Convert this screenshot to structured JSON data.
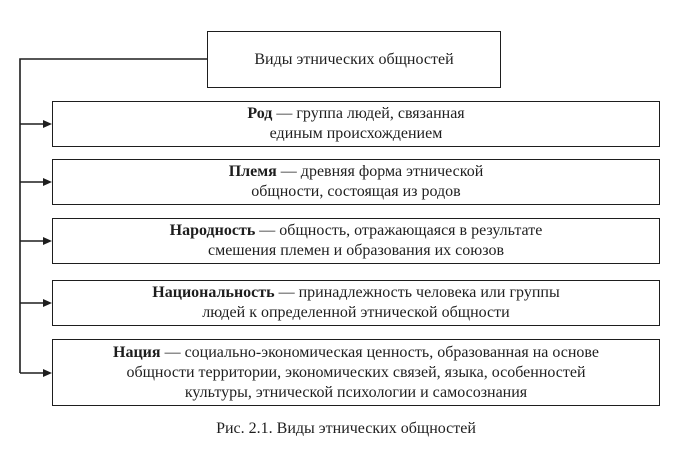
{
  "diagram": {
    "title": "Виды этнических общностей",
    "items": [
      {
        "term": "Род",
        "lines": [
          " — группа людей, связанная",
          "единым происхождением"
        ]
      },
      {
        "term": "Племя",
        "lines": [
          " — древняя форма этнической",
          "общности, состоящая из родов"
        ]
      },
      {
        "term": "Народность",
        "lines": [
          " — общность, отражающаяся в результате",
          "смешения племен и образования их союзов"
        ]
      },
      {
        "term": "Национальность",
        "lines": [
          " — принадлежность человека или группы",
          "людей к определенной этнической общности"
        ]
      },
      {
        "term": "Нация",
        "lines": [
          " — социально-экономическая ценность, образованная на основе",
          "общности территории, экономических связей, языка, особенностей",
          "культуры, этнической психологии и самосознания"
        ]
      }
    ],
    "caption": "Рис. 2.1. Виды этнических общностей"
  }
}
